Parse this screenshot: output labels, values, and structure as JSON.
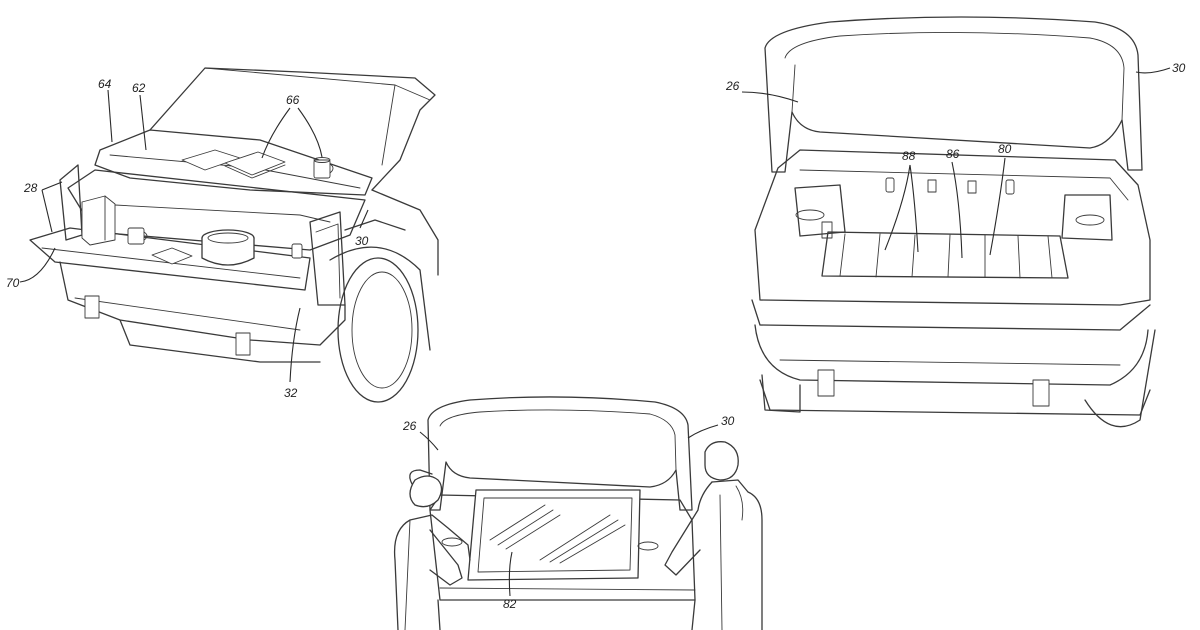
{
  "figures": {
    "front_trunk_open": {
      "labels": {
        "64": "64",
        "62": "62",
        "66": "66",
        "28": "28",
        "30": "30",
        "70": "70",
        "32": "32"
      }
    },
    "front_trunk_storage": {
      "labels": {
        "26": "26",
        "30": "30",
        "88": "88",
        "86": "86",
        "80": "80"
      }
    },
    "front_trunk_cargo": {
      "labels": {
        "26": "26",
        "30": "30",
        "82": "82"
      }
    }
  },
  "colors": {
    "line": "#3a3a3a",
    "background": "#ffffff"
  }
}
